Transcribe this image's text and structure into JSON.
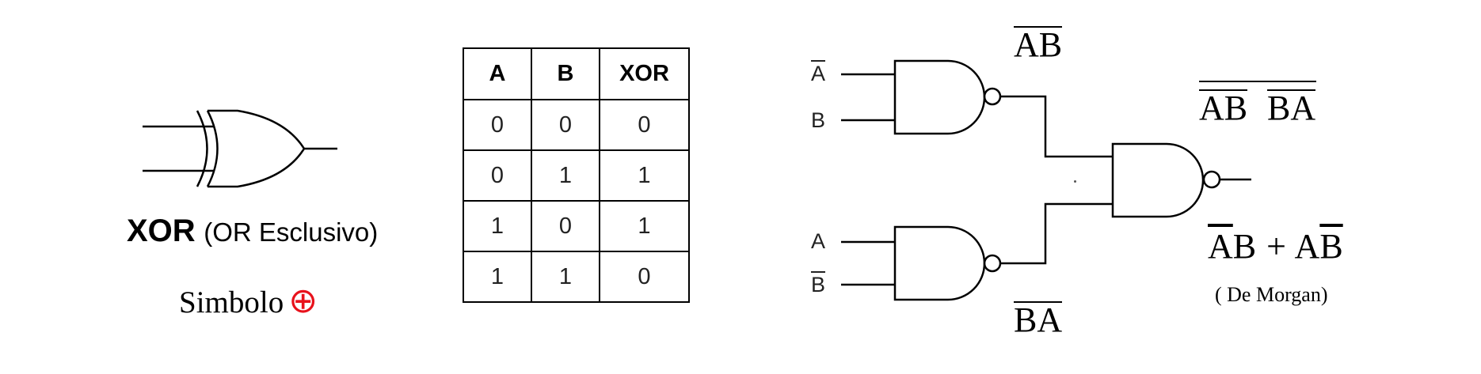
{
  "xor_label": {
    "name": "XOR",
    "desc": "(OR Esclusivo)"
  },
  "symbol": {
    "label": "Simbolo",
    "glyph": "⊕",
    "color": "#e8121c"
  },
  "truth_table": {
    "headers": [
      "A",
      "B",
      "XOR"
    ],
    "rows": [
      [
        "0",
        "0",
        "0"
      ],
      [
        "0",
        "1",
        "1"
      ],
      [
        "1",
        "0",
        "1"
      ],
      [
        "1",
        "1",
        "0"
      ]
    ]
  },
  "circuit": {
    "inputs": {
      "a_bar": "A",
      "b": "B",
      "a": "A",
      "b_bar": "B"
    },
    "gate1_out": {
      "first": "A",
      "second": "B"
    },
    "gate2_out": {
      "first": "B",
      "second": "A"
    },
    "final_out": {
      "t1a": "A",
      "t1b": "B",
      "t2a": "B",
      "t2b": "A"
    },
    "expression": {
      "a1": "A",
      "b1": "B",
      "plus": "+",
      "a2": "A",
      "b2": "B"
    },
    "note": "( De Morgan)"
  }
}
